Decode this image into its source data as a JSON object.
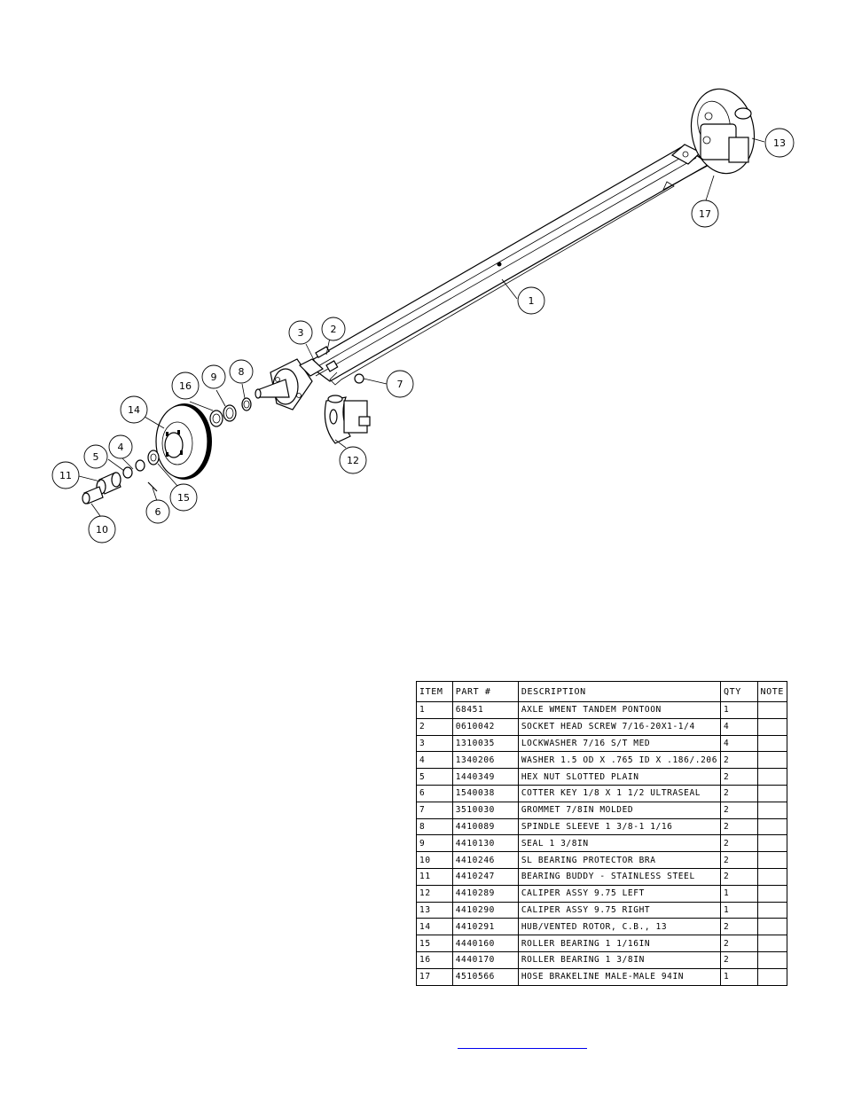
{
  "balloons": [
    "1",
    "2",
    "3",
    "4",
    "5",
    "6",
    "7",
    "8",
    "9",
    "10",
    "11",
    "12",
    "13",
    "14",
    "15",
    "16",
    "17"
  ],
  "bom": {
    "headers": {
      "item": "ITEM",
      "part": "PART #",
      "description": "DESCRIPTION",
      "qty": "QTY",
      "note": "NOTE"
    },
    "rows": [
      {
        "item": "1",
        "part": "68451",
        "description": "AXLE WMENT   TANDEM PONTOON",
        "qty": "1",
        "note": ""
      },
      {
        "item": "2",
        "part": "0610042",
        "description": "SOCKET HEAD SCREW 7/16-20X1-1/4",
        "qty": "4",
        "note": ""
      },
      {
        "item": "3",
        "part": "1310035",
        "description": "LOCKWASHER 7/16 S/T MED",
        "qty": "4",
        "note": ""
      },
      {
        "item": "4",
        "part": "1340206",
        "description": "WASHER 1.5 OD X .765 ID X .186/.206",
        "qty": "2",
        "note": ""
      },
      {
        "item": "5",
        "part": "1440349",
        "description": "HEX NUT SLOTTED PLAIN",
        "qty": "2",
        "note": ""
      },
      {
        "item": "6",
        "part": "1540038",
        "description": "COTTER KEY 1/8 X 1 1/2 ULTRASEAL",
        "qty": "2",
        "note": ""
      },
      {
        "item": "7",
        "part": "3510030",
        "description": "GROMMET  7/8IN MOLDED",
        "qty": "2",
        "note": ""
      },
      {
        "item": "8",
        "part": "4410089",
        "description": "SPINDLE SLEEVE  1 3/8-1 1/16",
        "qty": "2",
        "note": ""
      },
      {
        "item": "9",
        "part": "4410130",
        "description": "SEAL  1 3/8IN",
        "qty": "2",
        "note": ""
      },
      {
        "item": "10",
        "part": "4410246",
        "description": "SL BEARING PROTECTOR BRA",
        "qty": "2",
        "note": ""
      },
      {
        "item": "11",
        "part": "4410247",
        "description": "BEARING BUDDY - STAINLESS STEEL",
        "qty": "2",
        "note": ""
      },
      {
        "item": "12",
        "part": "4410289",
        "description": "CALIPER ASSY 9.75 LEFT",
        "qty": "1",
        "note": ""
      },
      {
        "item": "13",
        "part": "4410290",
        "description": "CALIPER ASSY 9.75 RIGHT",
        "qty": "1",
        "note": ""
      },
      {
        "item": "14",
        "part": "4410291",
        "description": "HUB/VENTED ROTOR, C.B.,  13",
        "qty": "2",
        "note": ""
      },
      {
        "item": "15",
        "part": "4440160",
        "description": "ROLLER BEARING   1 1/16IN",
        "qty": "2",
        "note": ""
      },
      {
        "item": "16",
        "part": "4440170",
        "description": "ROLLER BEARING   1 3/8IN",
        "qty": "2",
        "note": ""
      },
      {
        "item": "17",
        "part": "4510566",
        "description": "HOSE BRAKELINE MALE-MALE 94IN",
        "qty": "1",
        "note": ""
      }
    ]
  }
}
